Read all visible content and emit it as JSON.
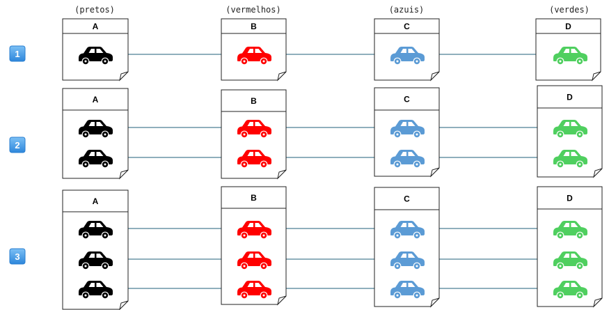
{
  "columns": [
    {
      "label": "(pretos)",
      "doc": "A",
      "car_color": "#000000"
    },
    {
      "label": "(vermelhos)",
      "doc": "B",
      "car_color": "#ff0000"
    },
    {
      "label": "(azuis)",
      "doc": "C",
      "car_color": "#5b9bd5"
    },
    {
      "label": "(verdes)",
      "doc": "D",
      "car_color": "#4fcf5f"
    }
  ],
  "rows": [
    {
      "badge": "1",
      "cars": 1
    },
    {
      "badge": "2",
      "cars": 2
    },
    {
      "badge": "3",
      "cars": 3
    }
  ],
  "colors": {
    "badge": "#4a9fe8",
    "link": "#1f5f7a"
  }
}
